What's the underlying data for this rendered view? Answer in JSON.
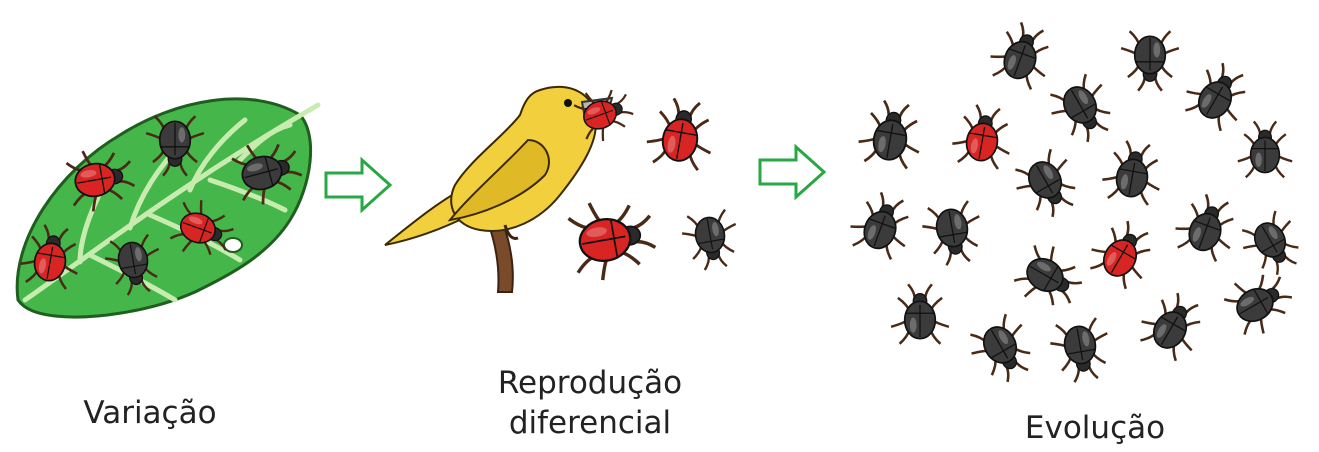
{
  "stages": [
    {
      "label": "Variação"
    },
    {
      "label": "Reprodução diferencial",
      "label_lines": [
        "Reprodução",
        "diferencial"
      ]
    },
    {
      "label": "Evolução"
    }
  ],
  "colors": {
    "leaf": "#45b649",
    "leaf_edge": "#1f5e1f",
    "vein": "#c8ecb0",
    "beetle_red": "#d92424",
    "beetle_dark": "#3b3b3b",
    "beetle_legs": "#4a2a16",
    "bird": "#f2cf3d",
    "bird_dark": "#c9a520",
    "beak": "#b8b8b8",
    "branch": "#7a4b2a",
    "arrow": "#27a844"
  },
  "icons": [
    "leaf-illustration",
    "arrow-right-outline",
    "bird-illustration",
    "beetle-icon"
  ]
}
